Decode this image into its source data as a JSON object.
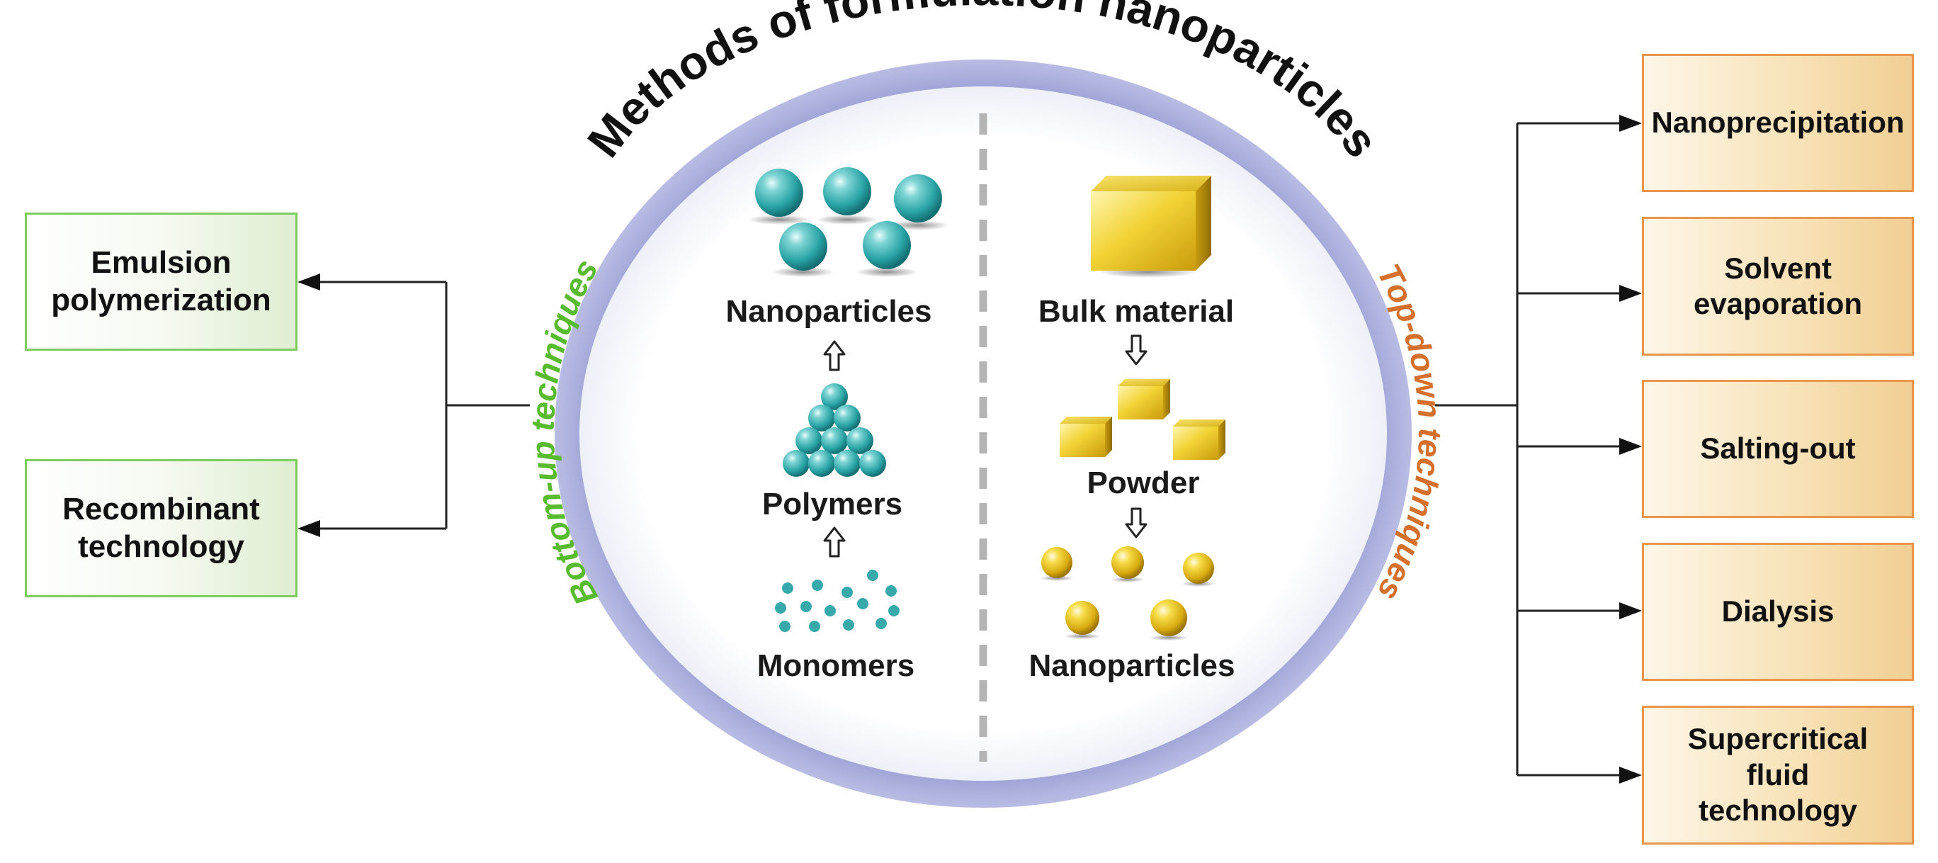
{
  "diagram": {
    "title": "Methods of formulation nanoparticles",
    "left_arc_label": "Bottom-up techniques",
    "right_arc_label": "Top-down techniques",
    "bottom_up": {
      "top": "Nanoparticles",
      "middle": "Polymers",
      "bottom": "Monomers"
    },
    "top_down": {
      "top": "Bulk material",
      "middle": "Powder",
      "bottom": "Nanoparticles"
    },
    "left_boxes": [
      {
        "label": "Emulsion\npolymerization"
      },
      {
        "label": "Recombinant\ntechnology"
      }
    ],
    "right_boxes": [
      {
        "label": "Nanoprecipitation"
      },
      {
        "label": "Solvent\nevaporation"
      },
      {
        "label": "Salting-out"
      },
      {
        "label": "Dialysis"
      },
      {
        "label": "Supercritical\nfluid\ntechnology"
      }
    ]
  },
  "colors": {
    "ring": "#9ea3d6",
    "bottom_up_label": "#58bb2e",
    "top_down_label": "#d4702c",
    "teal_sphere": "#33aaad",
    "gold": "#e8c21c",
    "green_box_border": "#7ccc5e",
    "tan_box_border": "#e9954b"
  },
  "icons": [
    "teal-sphere-icon",
    "gold-cube-icon",
    "gold-sphere-icon",
    "hollow-up-arrow-icon",
    "hollow-down-arrow-icon",
    "arrowhead-icon"
  ]
}
